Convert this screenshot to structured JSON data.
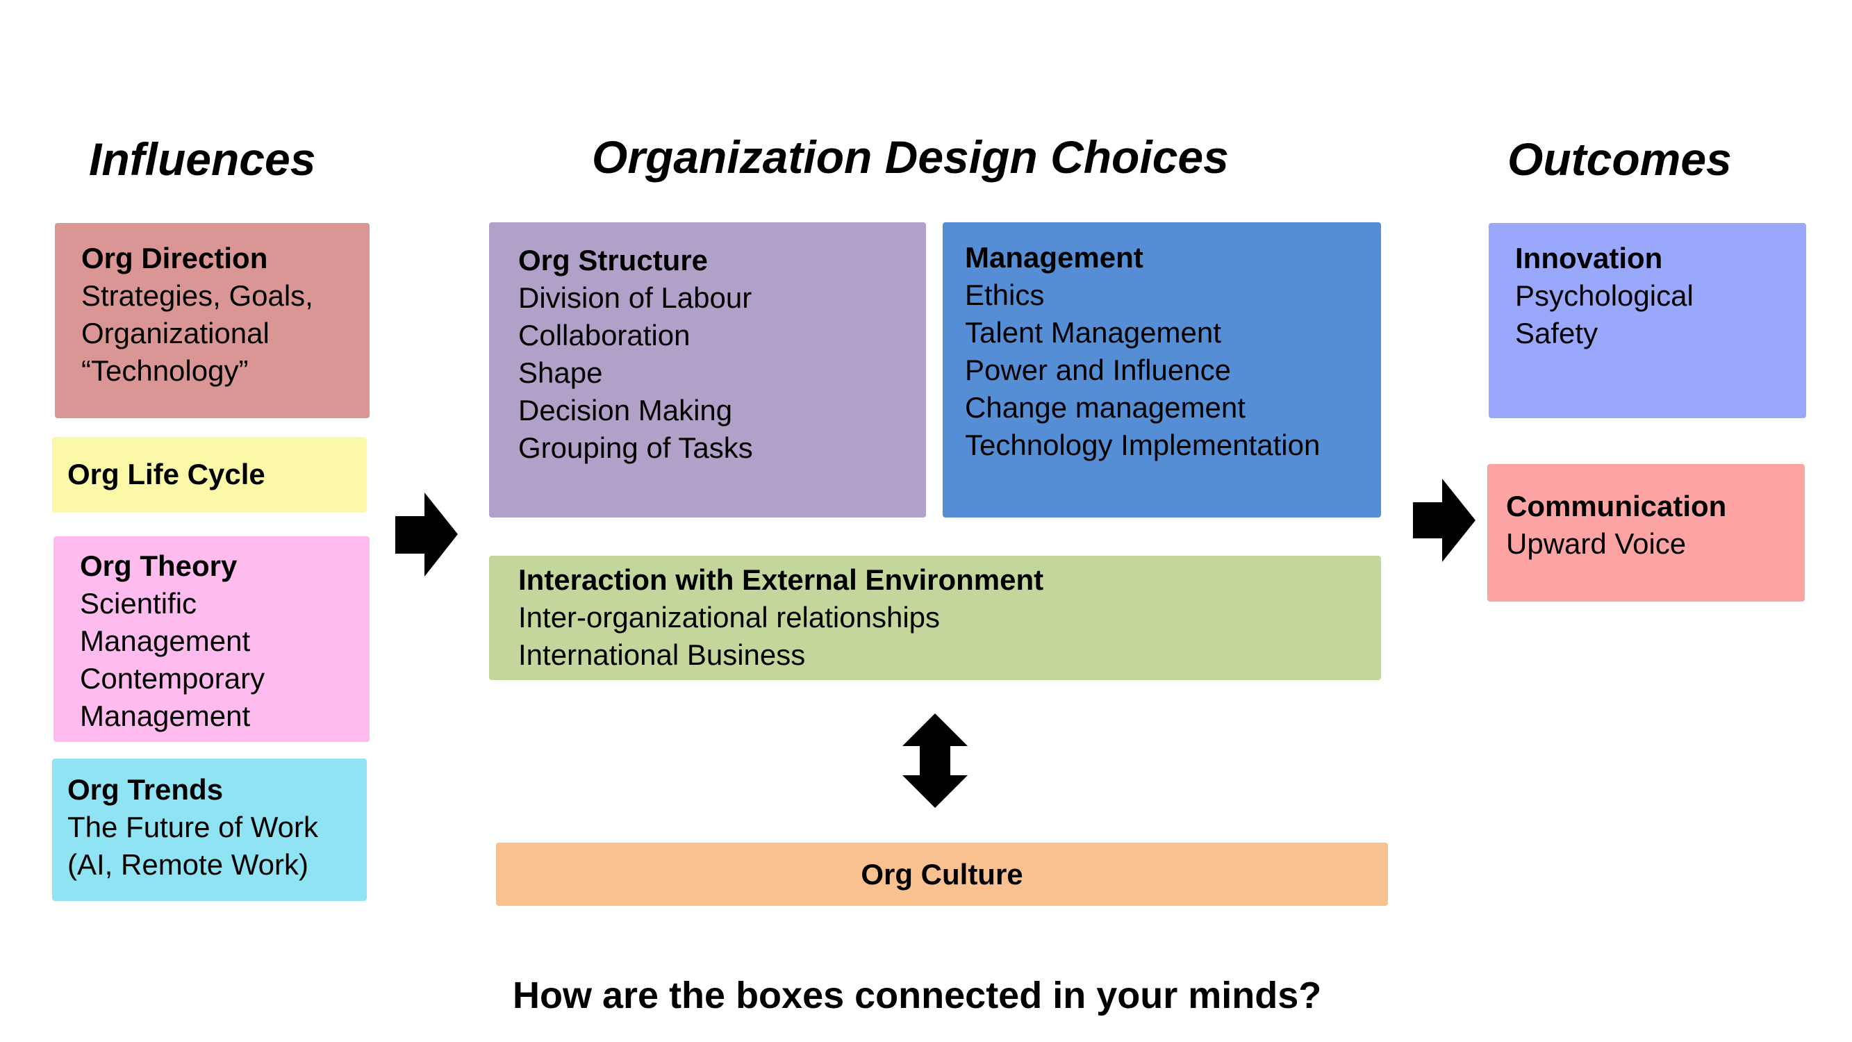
{
  "headings": {
    "influences": "Influences",
    "design_choices": "Organization Design Choices",
    "outcomes": "Outcomes"
  },
  "influences": {
    "org_direction": {
      "title": "Org Direction",
      "lines": [
        "Strategies, Goals,",
        "Organizational",
        "“Technology”"
      ],
      "color": "#d99694"
    },
    "org_life_cycle": {
      "title": "Org Life Cycle",
      "color": "#fbf9a8"
    },
    "org_theory": {
      "title": "Org Theory",
      "lines": [
        "Scientific",
        "Management",
        "Contemporary",
        "Management"
      ],
      "color": "#fdbbee"
    },
    "org_trends": {
      "title": "Org Trends",
      "lines": [
        "The Future of Work",
        "(AI, Remote Work)"
      ],
      "color": "#8fe3f3"
    }
  },
  "design_choices": {
    "org_structure": {
      "title": "Org Structure",
      "lines": [
        "Division of Labour",
        "Collaboration",
        "Shape",
        "Decision Making",
        "Grouping of Tasks"
      ],
      "color": "#b1a0c7"
    },
    "management": {
      "title": "Management",
      "lines": [
        "Ethics",
        "Talent Management",
        "Power and Influence",
        "Change management",
        "Technology Implementation"
      ],
      "color": "#558ed5"
    },
    "external": {
      "title": "Interaction with External Environment",
      "lines": [
        "Inter-organizational relationships",
        "International Business"
      ],
      "color": "#c3d69b"
    },
    "org_culture": {
      "title": "Org Culture",
      "color": "#f9c090"
    }
  },
  "outcomes": {
    "innovation": {
      "title": "Innovation",
      "lines": [
        "Psychological",
        "Safety"
      ],
      "color": "#9aa8fb"
    },
    "communication": {
      "title": "Communication",
      "lines": [
        "Upward Voice"
      ],
      "color": "#fca4a4"
    }
  },
  "question": "How are the boxes connected in your minds?",
  "icons": {
    "left_arrow": "right-arrow-icon",
    "right_arrow": "right-arrow-icon",
    "vertical_arrow": "double-vertical-arrow-icon"
  }
}
